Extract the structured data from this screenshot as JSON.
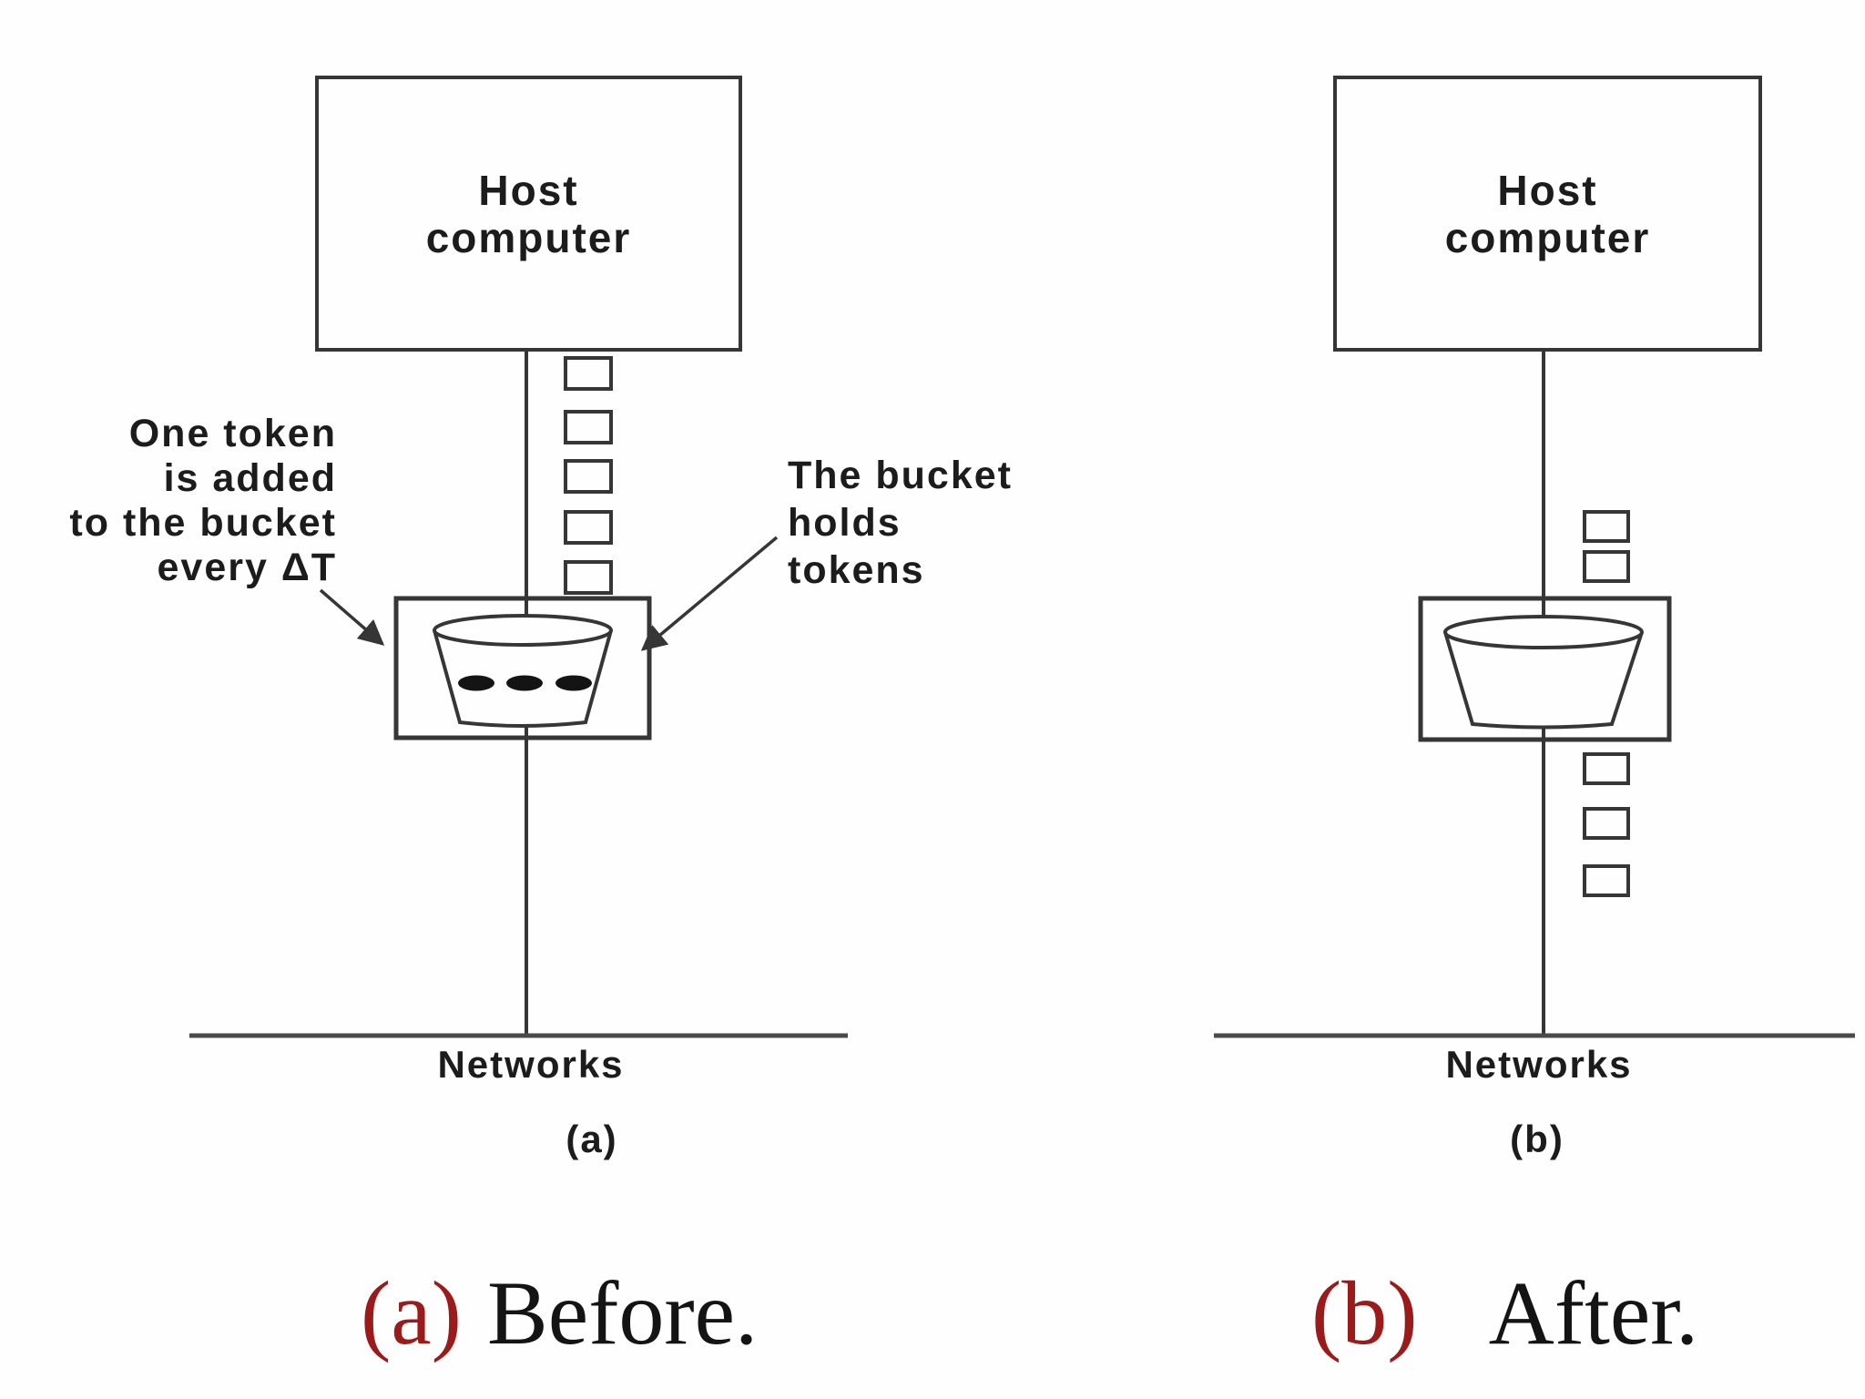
{
  "figure": {
    "title_semantic": "Token bucket algorithm before/after figure",
    "palette": {
      "line_color": "#363636",
      "text_color": "#1c1c1c",
      "token_fill": "#141414",
      "caption_marker_red": "#9B1B1B",
      "caption_text_black": "#141414",
      "background": "#fefefe"
    }
  },
  "diagram_a": {
    "host_label": "Host\ncomputer",
    "annotation_left": "One token\nis added\nto the bucket\nevery ΔT",
    "annotation_right": "The bucket\nholds\ntokens",
    "networks_label": "Networks",
    "sublabel": "(a)",
    "packet_count_above_bucket": 5,
    "packet_count_below_bucket": 0,
    "token_count_in_bucket": 3
  },
  "diagram_b": {
    "host_label": "Host\ncomputer",
    "networks_label": "Networks",
    "sublabel": "(b)",
    "packet_count_above_bucket": 2,
    "packet_count_below_bucket": 3,
    "token_count_in_bucket": 0
  },
  "captions": {
    "a_marker": "(a)",
    "a_text": "Before.",
    "b_marker": "(b)",
    "b_text": "After."
  }
}
